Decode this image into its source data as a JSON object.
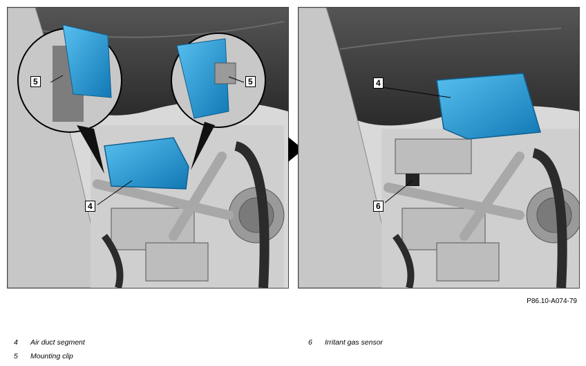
{
  "figure": {
    "reference_code": "P86.10-A074-79",
    "left_callouts": [
      "5",
      "5",
      "4"
    ],
    "right_callouts": [
      "4",
      "6"
    ],
    "colors": {
      "part_blue": "#1e9ad6",
      "background_gray": "#d9d9d9",
      "dark_gray": "#3a3a3a"
    }
  },
  "legend": [
    {
      "number": "4",
      "label": "Air duct segment"
    },
    {
      "number": "5",
      "label": "Mounting clip"
    },
    {
      "number": "6",
      "label": "Irritant gas sensor"
    }
  ]
}
